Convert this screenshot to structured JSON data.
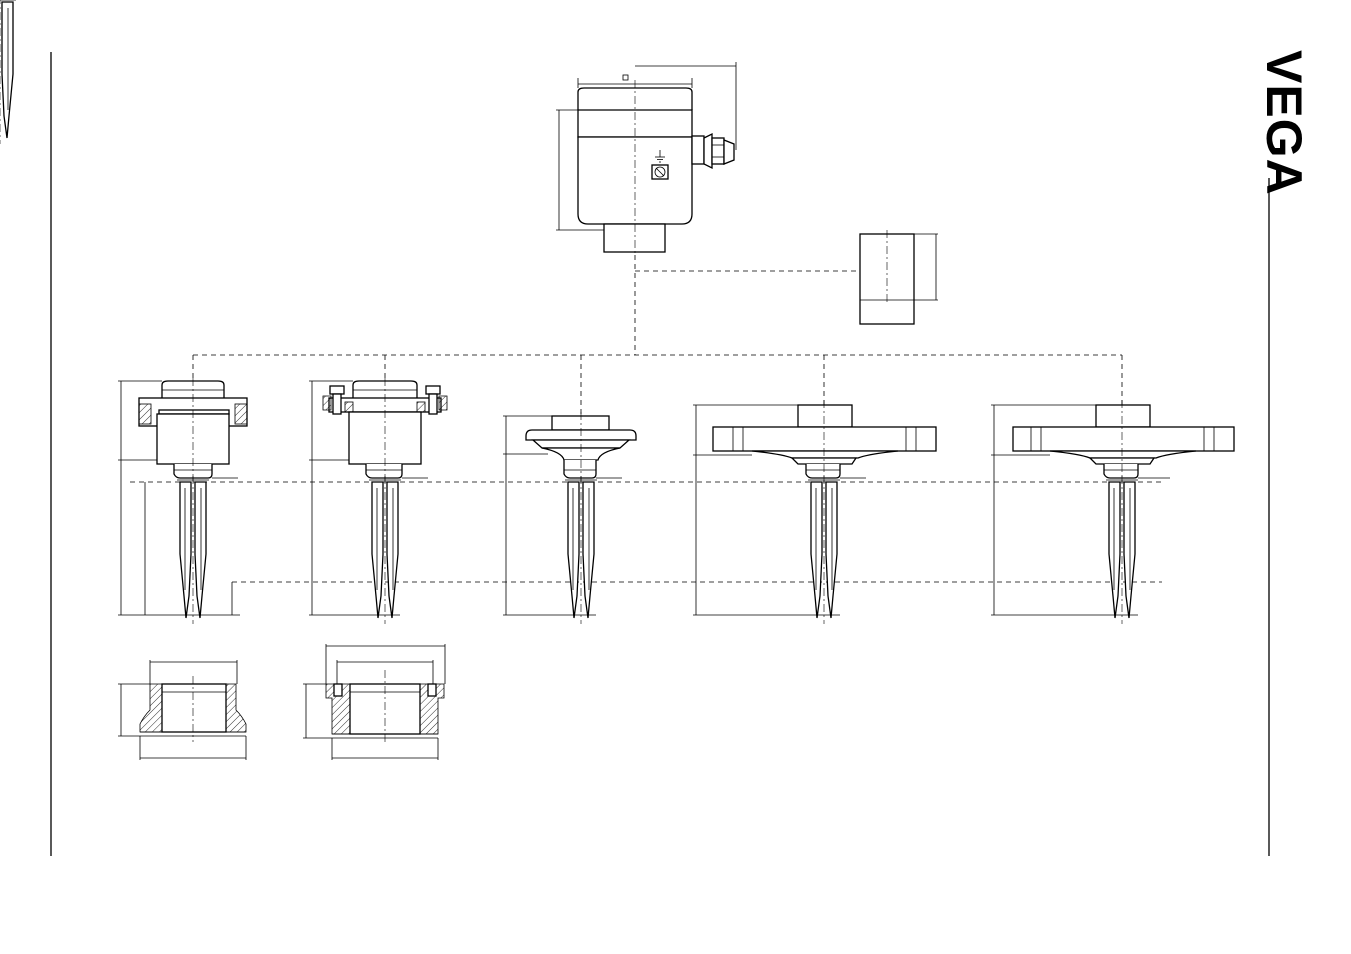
{
  "brand": {
    "logo_text": "VEGA"
  },
  "diagram": {
    "frame": {
      "left_rule": true,
      "right_rule": true
    },
    "housing": {
      "symbol": "ground-symbol",
      "screw_symbol": "screw-icon"
    },
    "process_fittings_count": 5,
    "adapters_count": 2
  }
}
